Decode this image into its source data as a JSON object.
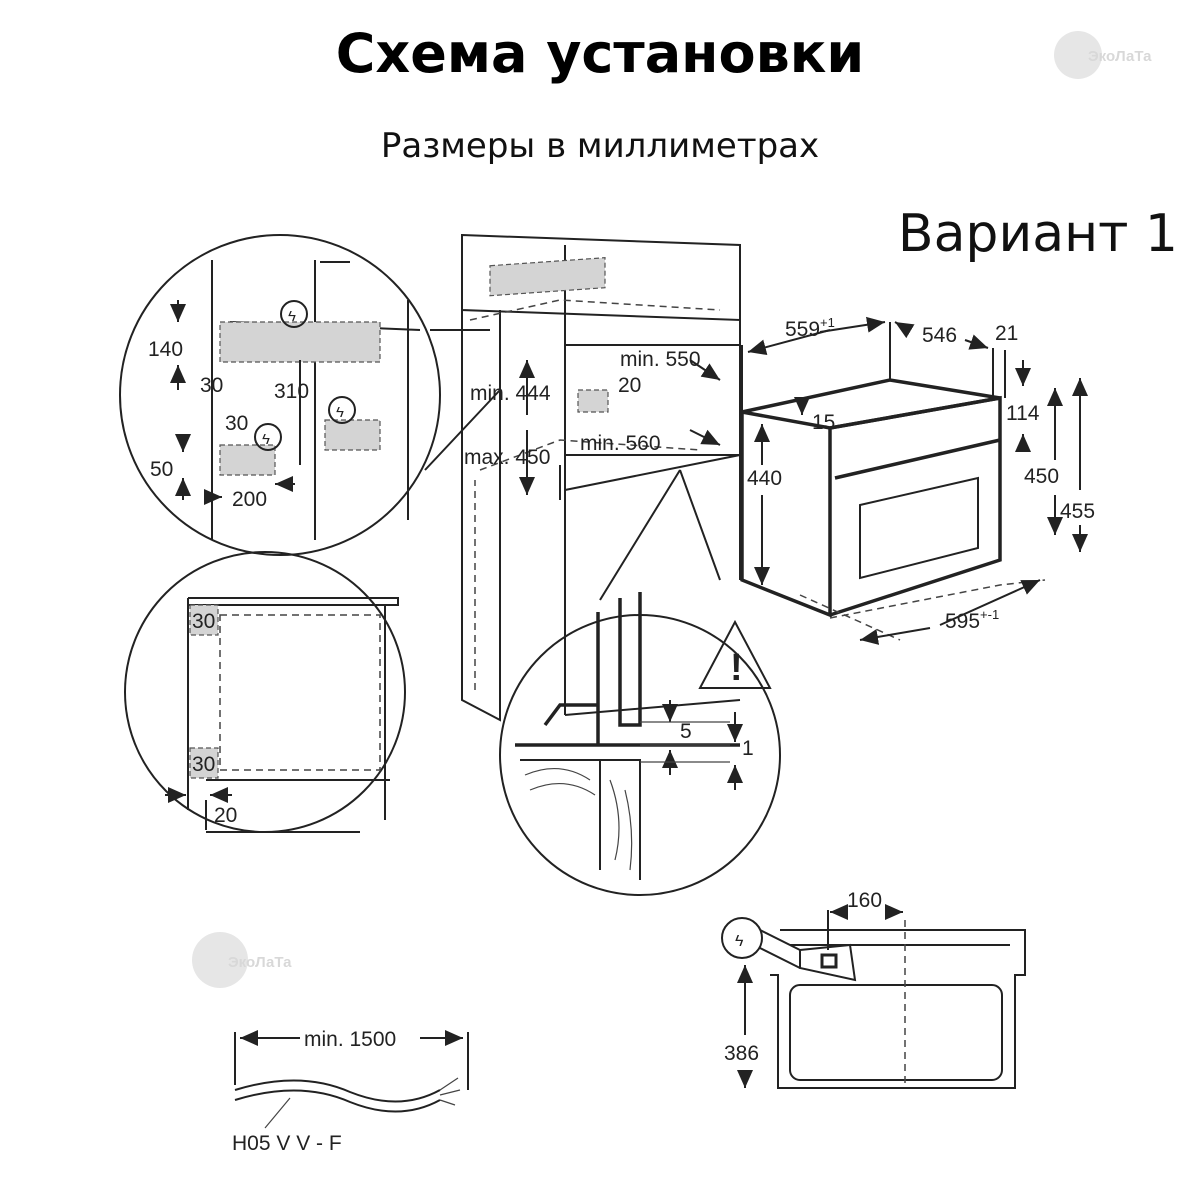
{
  "header": {
    "title": "Схема установки",
    "subtitle": "Размеры в миллиметрах",
    "variant": "Вариант 1"
  },
  "watermark": {
    "text": "ЭкоЛаТа"
  },
  "detail_top_left": {
    "d140": "140",
    "d30a": "30",
    "d310": "310",
    "d30b": "30",
    "d50": "50",
    "d200": "200"
  },
  "cabinet": {
    "min444": "min. 444",
    "max450": "max. 450",
    "min550": "min. 550",
    "d20": "20",
    "min560": "min. 560"
  },
  "oven": {
    "d559": "559",
    "d559_tol": "+1",
    "d546": "546",
    "d21": "21",
    "d15": "15",
    "d114": "114",
    "d440": "440",
    "d450": "450",
    "d455": "455",
    "d595": "595",
    "d595_tol": "+-1"
  },
  "detail_side": {
    "d30_top": "30",
    "d30_bottom": "30",
    "d20": "20"
  },
  "detail_floor": {
    "d5": "5",
    "d1": "1"
  },
  "cable": {
    "length": "min. 1500",
    "type": "H05 V V - F"
  },
  "rear_view": {
    "d160": "160",
    "d386": "386"
  }
}
